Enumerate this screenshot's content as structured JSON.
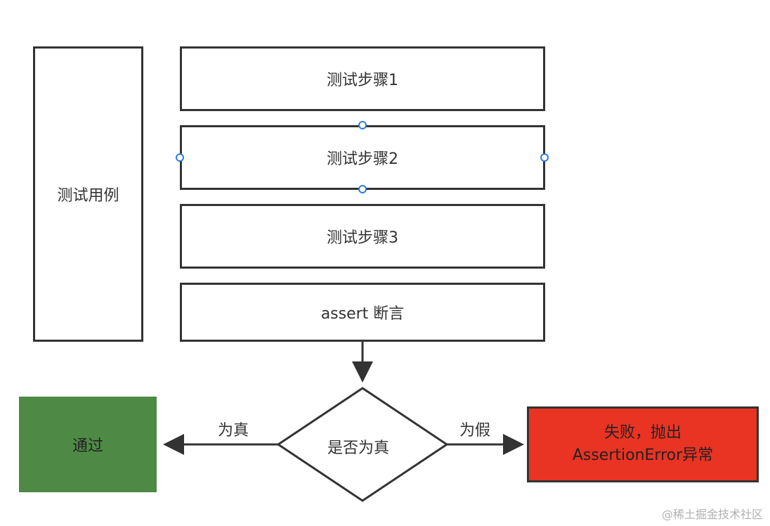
{
  "diagram": {
    "test_case": "测试用例",
    "steps": [
      "测试步骤1",
      "测试步骤2",
      "测试步骤3"
    ],
    "assert_box": "assert 断言",
    "decision": "是否为真",
    "edge_true": "为真",
    "edge_false": "为假",
    "pass": "通过",
    "fail_line1": "失败，抛出",
    "fail_line2": "AssertionError异常"
  },
  "colors": {
    "stroke": "#333333",
    "pass_fill": "#4e8a45",
    "fail_fill": "#e93323",
    "handle": "#2f7cd8"
  },
  "watermark": "@稀土掘金技术社区"
}
